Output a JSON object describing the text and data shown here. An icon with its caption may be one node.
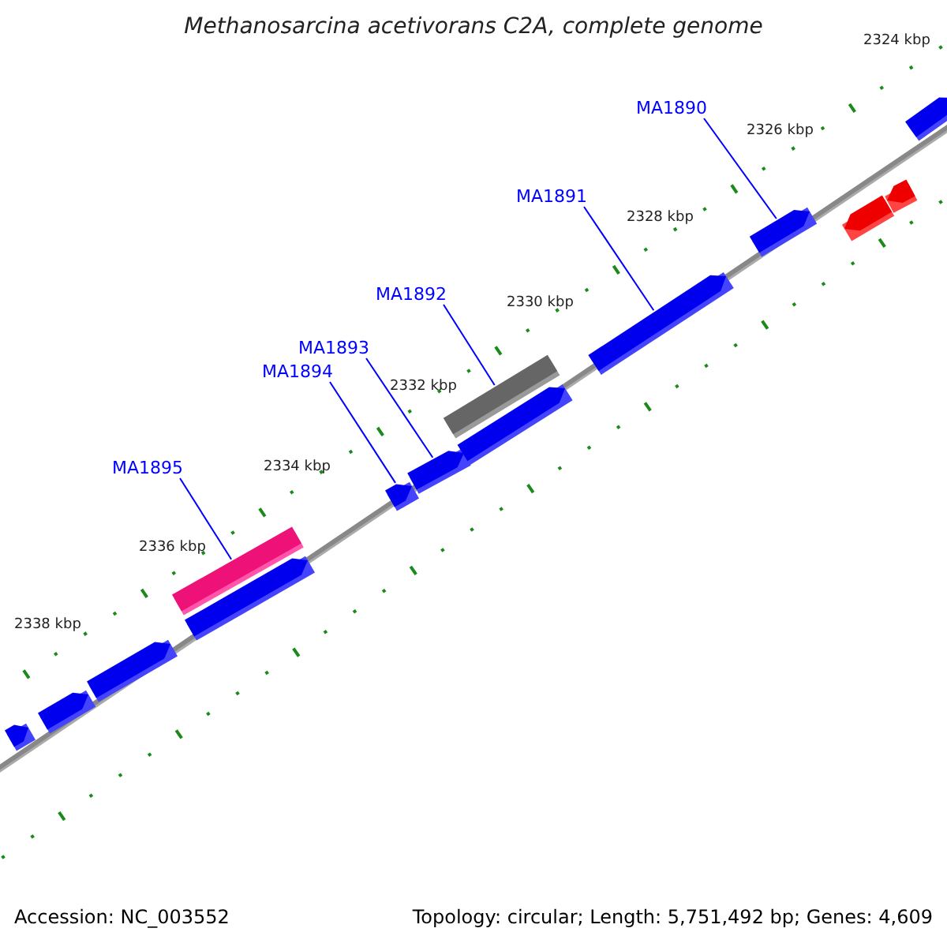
{
  "diagram": {
    "title": "Methanosarcina acetivorans C2A, complete genome",
    "nodes": [
      {
        "text": [
          "MA1890"
        ]
      },
      {
        "text": [
          "MA1891"
        ]
      },
      {
        "text": [
          "MA1892"
        ]
      },
      {
        "text": [
          "MA1893"
        ]
      },
      {
        "text": [
          "MA1894"
        ]
      },
      {
        "text": [
          "MA1895"
        ]
      },
      {
        "text": [],
        "shape": "arrow"
      },
      {
        "text": [],
        "shape": "arrow"
      },
      {
        "text": [],
        "shape": "arrow"
      },
      {
        "text": [],
        "shape": "bar"
      },
      {
        "text": [],
        "shape": "arrow"
      },
      {
        "text": [],
        "shape": "arrow"
      },
      {
        "text": [],
        "shape": "arrow"
      },
      {
        "text": [],
        "shape": "bar"
      },
      {
        "text": [],
        "shape": "arrow"
      },
      {
        "text": [],
        "shape": "arrow"
      },
      {
        "text": [],
        "shape": "arrow"
      },
      {
        "text": [],
        "shape": "arrow"
      },
      {
        "text": [],
        "shape": "arrow"
      },
      {
        "text": [],
        "shape": "arrow"
      }
    ],
    "edges": [
      {
        "from": 0,
        "to": 16,
        "arrow": "none"
      },
      {
        "from": 1,
        "to": 15,
        "arrow": "none"
      },
      {
        "from": 2,
        "to": 13,
        "arrow": "none"
      },
      {
        "from": 3,
        "to": 12,
        "arrow": "none"
      },
      {
        "from": 4,
        "to": 11,
        "arrow": "none"
      },
      {
        "from": 5,
        "to": 9,
        "arrow": "none"
      }
    ],
    "labels": [
      "2324 kbp",
      "2326 kbp",
      "2328 kbp",
      "2330 kbp",
      "2332 kbp",
      "2334 kbp",
      "2336 kbp",
      "2338 kbp",
      "Accession: NC_003552",
      "Topology: circular; Length: 5,751,492 bp; Genes: 4,609"
    ]
  }
}
